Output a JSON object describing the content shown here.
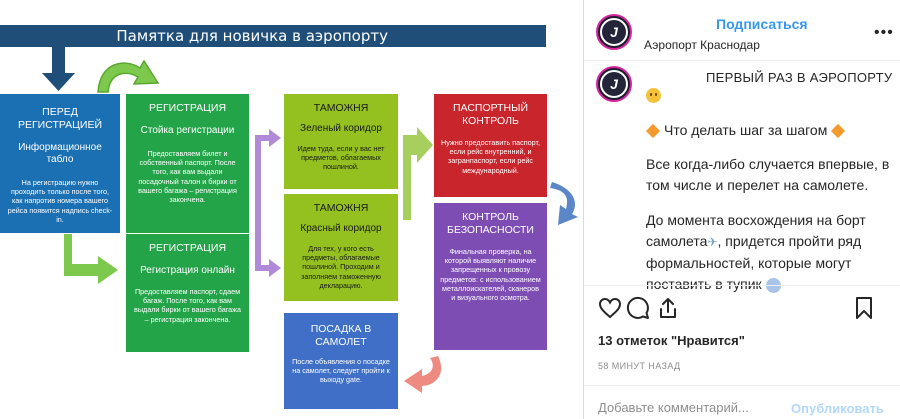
{
  "infographic": {
    "title": "Памятка для новичка в аэропорту",
    "boxes": {
      "before": {
        "heading": "ПЕРЕД РЕГИСТРАЦИЕЙ",
        "sub": "Информационное табло",
        "text": "На регистрацию нужно проходить только после того, как напротив номера вашего рейса появится надпись check-in."
      },
      "reg1": {
        "heading": "РЕГИСТРАЦИЯ",
        "sub": "Стойка регистрации",
        "text": "Предоставляем билет и собственный паспорт. После того, как вам выдали посадочный талон и бирки от вашего багажа – регистрация закончена."
      },
      "reg2": {
        "heading": "РЕГИСТРАЦИЯ",
        "sub": "Регистрация онлайн",
        "text": "Предоставляем паспорт, сдаем багаж. После того, как вам выдали бирки от вашего багажа – регистрация закончена."
      },
      "customs1": {
        "heading": "ТАМОЖНЯ",
        "sub": "Зеленый коридор",
        "text": "Идем туда, если у вас нет предметов, облагаемых пошлиной."
      },
      "customs2": {
        "heading": "ТАМОЖНЯ",
        "sub": "Красный коридор",
        "text": "Для тех, у кого есть предметы, облагаемые пошлиной. Проходим и заполняем таможенную декларацию."
      },
      "passport": {
        "heading": "ПАСПОРТНЫЙ КОНТРОЛЬ",
        "text": "Нужно предоставить паспорт, если рейс внутренний, и загранпаспорт, если рейс международный."
      },
      "security": {
        "heading": "КОНТРОЛЬ БЕЗОПАСНОСТИ",
        "text": "Финальная проверка, на которой выявляют наличие запрещенных к провозу предметов: с использованием металлоискателей, сканеров и визуального осмотра."
      },
      "boarding": {
        "heading": "ПОСАДКА В САМОЛЕТ",
        "text": "После объявления о посадке на самолет, следует пройти к выходу gate."
      }
    },
    "colors": {
      "blue": "#1b6fb3",
      "green": "#23a449",
      "lime": "#94c11f",
      "red": "#c9252c",
      "purple": "#7d4db4",
      "indigo": "#3f6fc6",
      "banner": "#1f4e79"
    }
  },
  "post": {
    "header": {
      "follow_label": "Подписаться",
      "location": "Аэропорт Краснодар",
      "more_icon": "more-horizontal-icon"
    },
    "caption": {
      "title": "ПЕРВЫЙ РАЗ В АЭРОПОРТУ",
      "step_text": "Что делать шаг за шагом",
      "para1": "Все когда-либо случается впервые, в том числе и перелет на самолете.",
      "para2_start": "До момента восхождения на борт самолета",
      "para2_end": ", придется пройти ряд формальностей, которые могут поставить в тупик"
    },
    "actions": [
      "heart-icon",
      "comment-icon",
      "share-icon",
      "bookmark-icon"
    ],
    "likes_text": "13 отметок \"Нравится\"",
    "time_text": "58 МИНУТ НАЗАД",
    "comment": {
      "placeholder": "Добавьте комментарий...",
      "value": ""
    },
    "publish_label": "Опубликовать",
    "colors": {
      "link": "#3897f0",
      "publish_disabled": "#b3d8fb",
      "muted": "#8e8e8e"
    }
  }
}
